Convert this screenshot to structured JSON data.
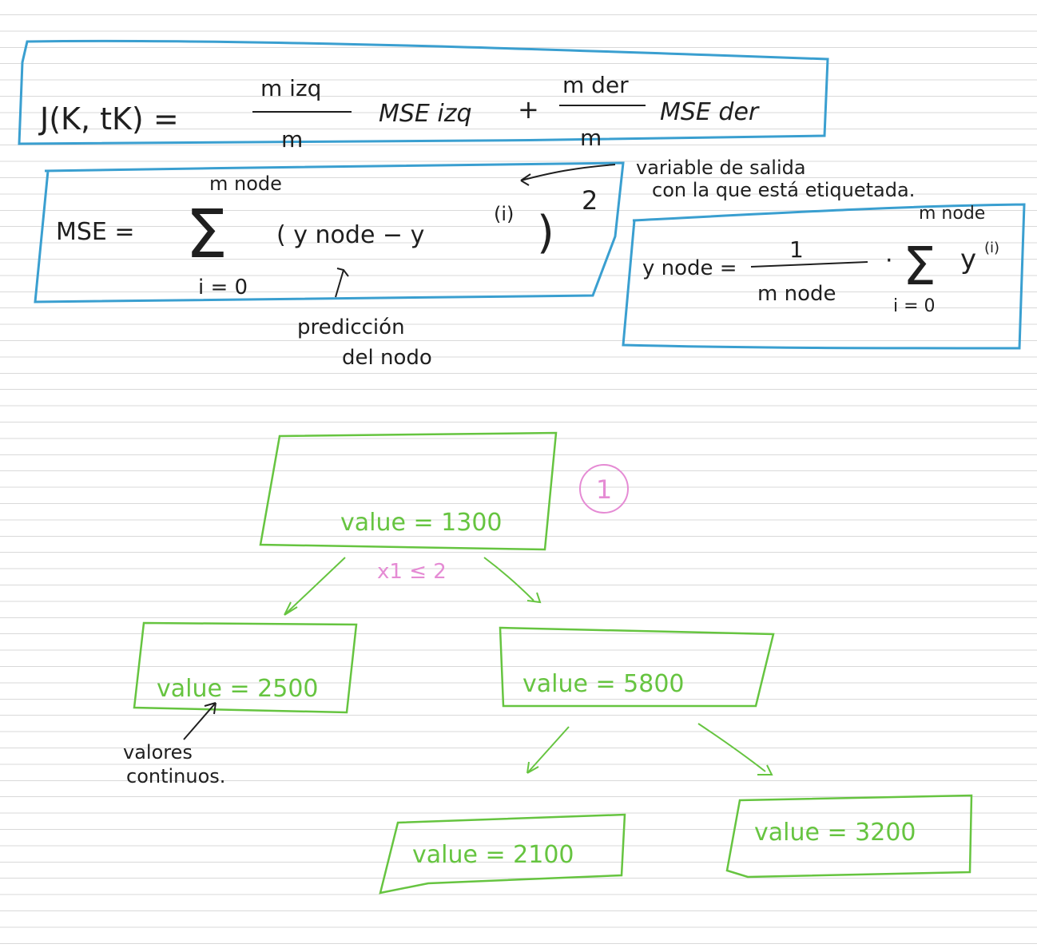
{
  "colors": {
    "blue": "#3a9fd0",
    "green": "#66c440",
    "pink": "#e58bd4",
    "ink": "#1f1f1f",
    "ruled_line": "#d9d9d9"
  },
  "formula_cost": {
    "lhs": "J(K, tK) =",
    "frac1_num": "m izq",
    "frac1_den": "m",
    "term1": "MSE izq",
    "plus": "+",
    "frac2_num": "m der",
    "frac2_den": "m",
    "term2": "MSE der"
  },
  "formula_mse": {
    "lhs": "MSE =",
    "sum": "Σ",
    "sum_top": "m node",
    "sum_bottom": "i = 0",
    "body": "( y node − y",
    "sup": "(i)",
    "close": ")",
    "exponent": "2"
  },
  "notes": {
    "target_line1": "variable de salida",
    "target_line2": "con la que está etiquetada.",
    "prediction_line1": "predicción",
    "prediction_line2": "del nodo",
    "leaf_note_line1": "valores",
    "leaf_note_line2": "continuos."
  },
  "formula_ynode": {
    "lhs": "y node =",
    "frac_num": "1",
    "frac_den": "m node",
    "dot": "·",
    "sum": "Σ",
    "sum_top": "m node",
    "sum_bottom": "i = 0",
    "term": "y",
    "sup": "(i)"
  },
  "tree": {
    "marker": "1",
    "split": "x1 ≤ 2",
    "root": "value = 1300",
    "left": "value = 2500",
    "right": "value = 5800",
    "right_left": "value = 2100",
    "right_right": "value = 3200"
  }
}
